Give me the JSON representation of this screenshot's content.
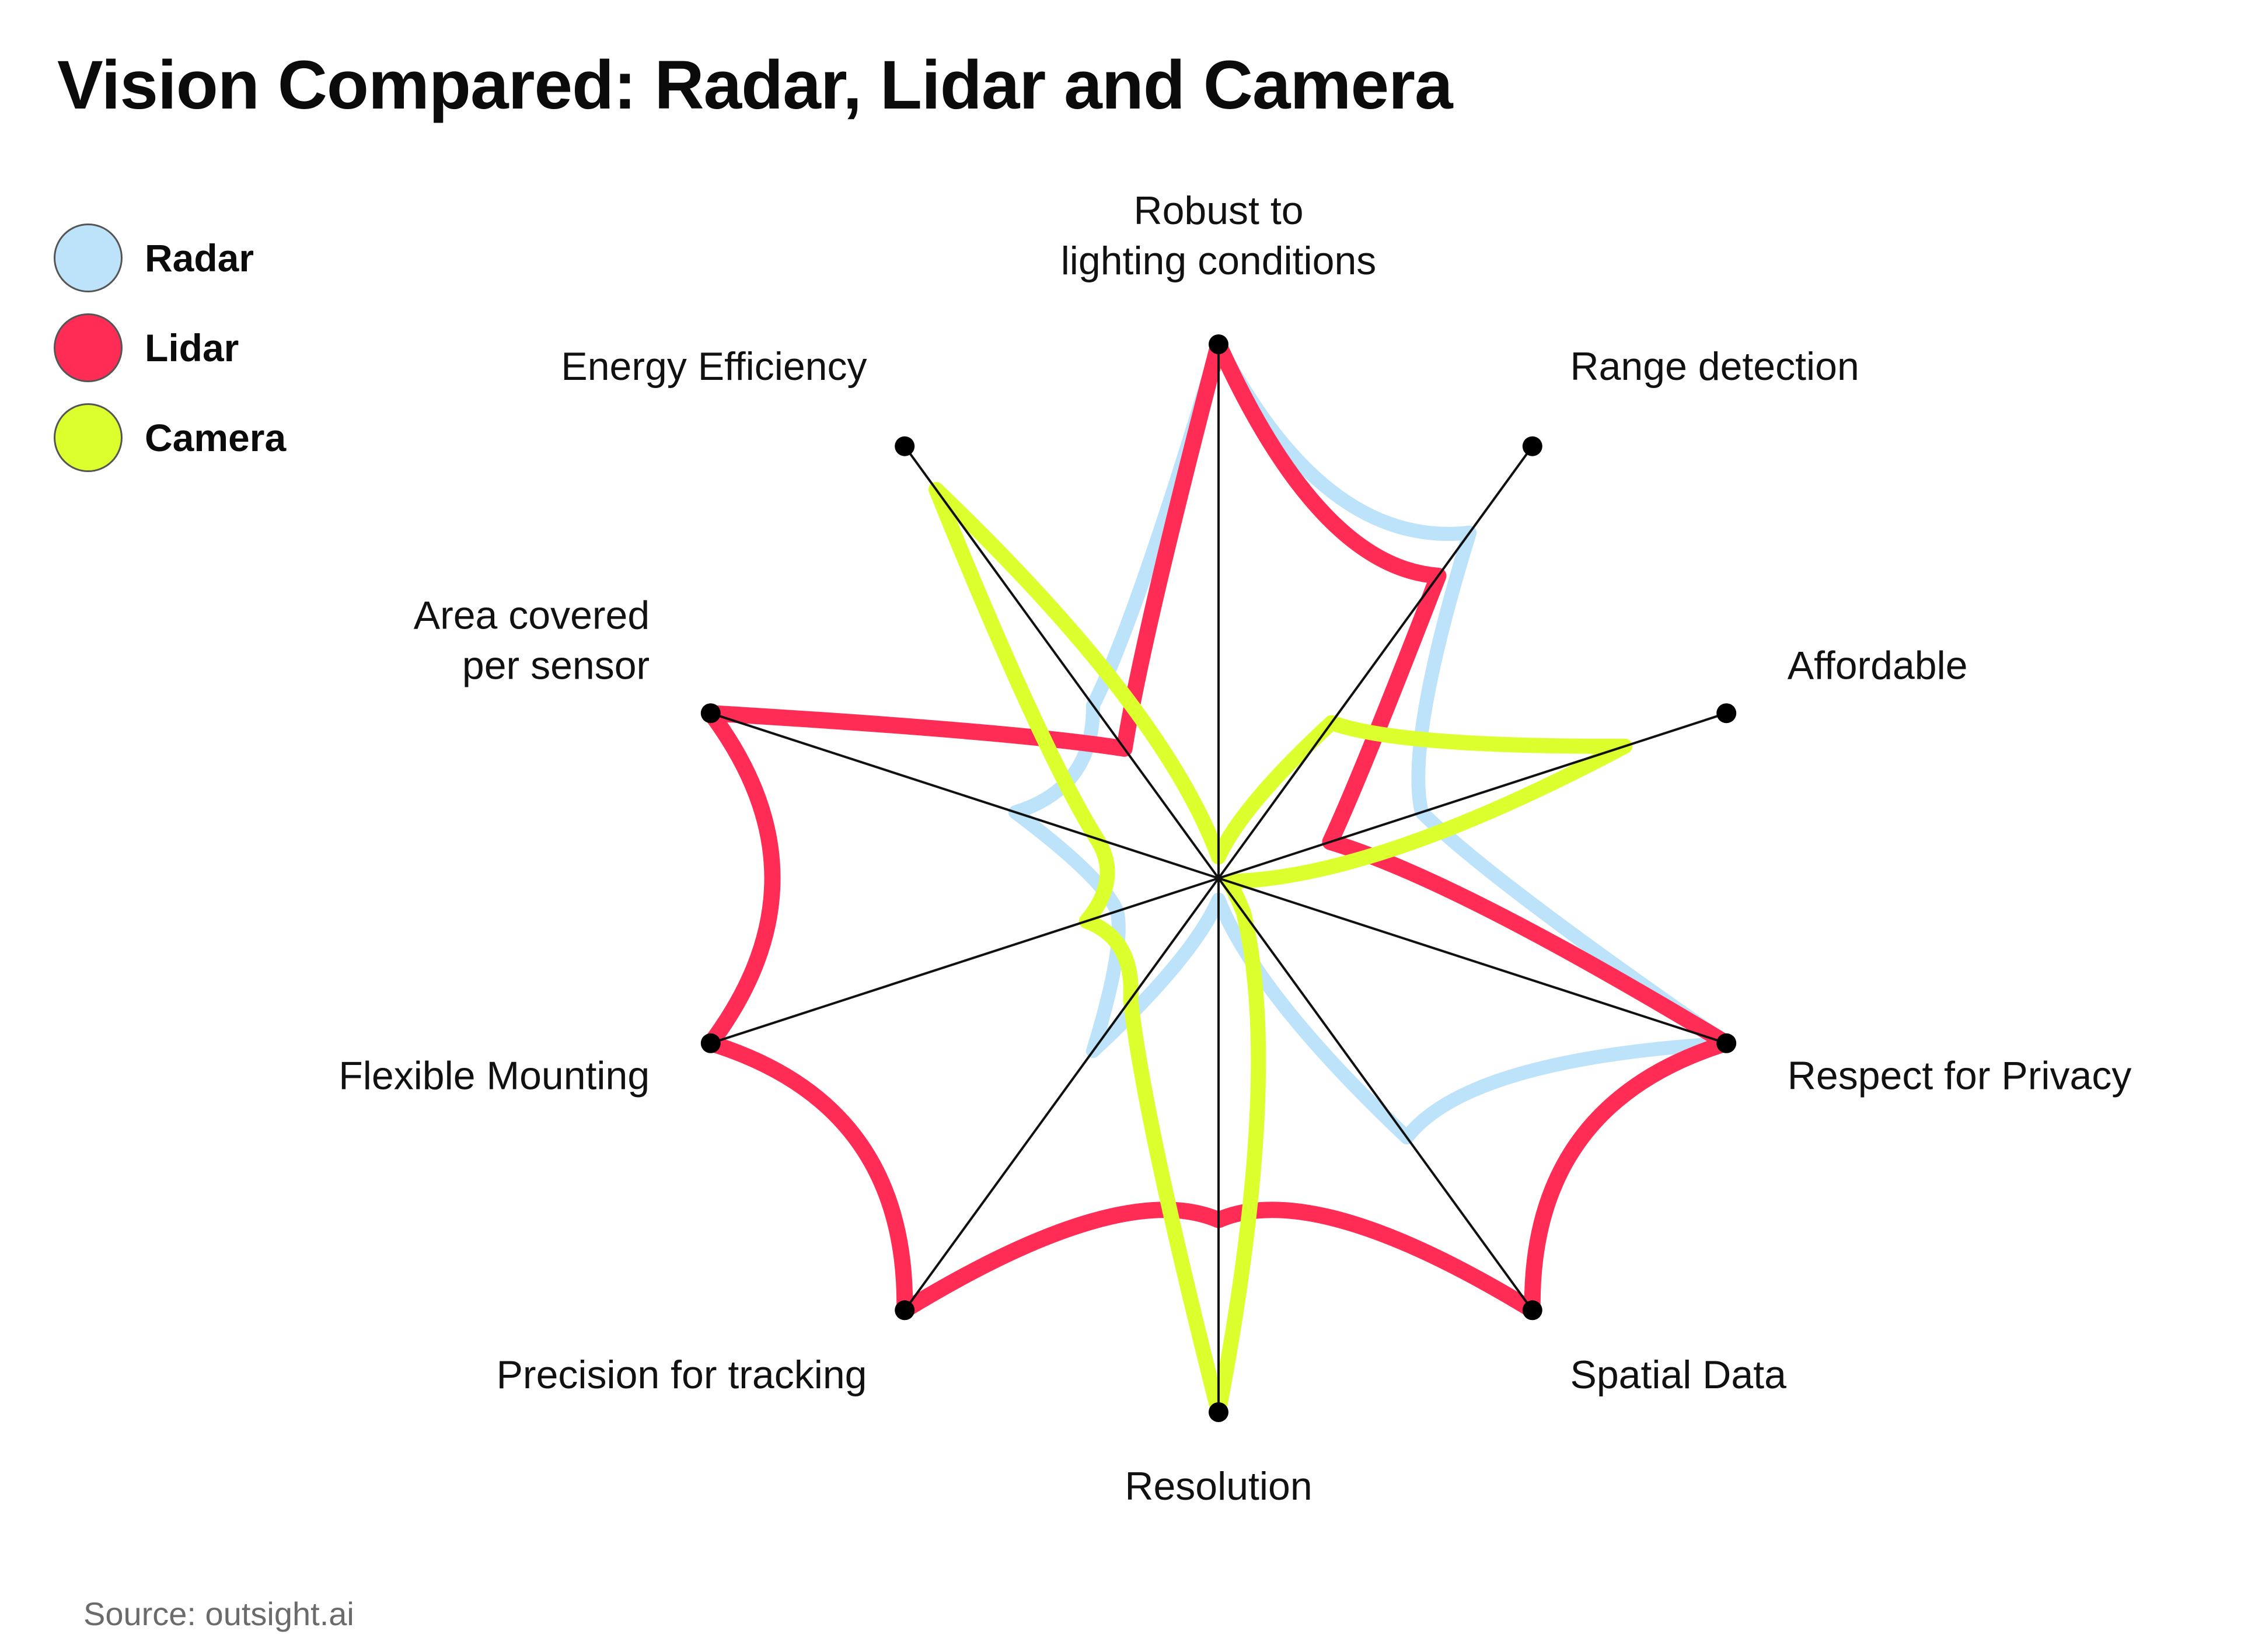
{
  "title": "Vision Compared: Radar, Lidar and Camera",
  "source": "Source: outsight.ai",
  "legend": [
    {
      "label": "Radar",
      "color": "#bde3fb"
    },
    {
      "label": "Lidar",
      "color": "#ff2d55"
    },
    {
      "label": "Camera",
      "color": "#dcff2e"
    }
  ],
  "chart_data": {
    "type": "radar",
    "title": "Vision Compared: Radar, Lidar and Camera",
    "axes": [
      "Robust to lighting conditions",
      "Range detection",
      "Affordable",
      "Respect for Privacy",
      "Spatial Data",
      "Resolution",
      "Precision for tracking",
      "Flexible Mounting",
      "Area covered per sensor",
      "Energy Efficiency"
    ],
    "axis_label_lines": [
      [
        "Robust to",
        "lighting conditions"
      ],
      [
        "Range detection"
      ],
      [
        "Affordable"
      ],
      [
        "Respect for Privacy"
      ],
      [
        "Spatial Data"
      ],
      [
        "Resolution"
      ],
      [
        "Precision for tracking"
      ],
      [
        "Flexible Mounting"
      ],
      [
        "Area covered",
        "per sensor"
      ],
      [
        "Energy Efficiency"
      ]
    ],
    "range": [
      0,
      5
    ],
    "series": [
      {
        "name": "Radar",
        "color": "#bde3fb",
        "values": [
          5,
          4,
          2,
          5,
          3,
          0.2,
          2,
          1,
          2,
          2
        ]
      },
      {
        "name": "Lidar",
        "color": "#ff2d55",
        "values": [
          5,
          3.5,
          1.1,
          5,
          5,
          3.2,
          5,
          5,
          5,
          1.5
        ]
      },
      {
        "name": "Camera",
        "color": "#dcff2e",
        "values": [
          0.2,
          1.8,
          4,
          0.1,
          0.4,
          5,
          1.4,
          1.3,
          1.2,
          4.5
        ]
      }
    ],
    "legend": "top-left",
    "grid": false
  }
}
